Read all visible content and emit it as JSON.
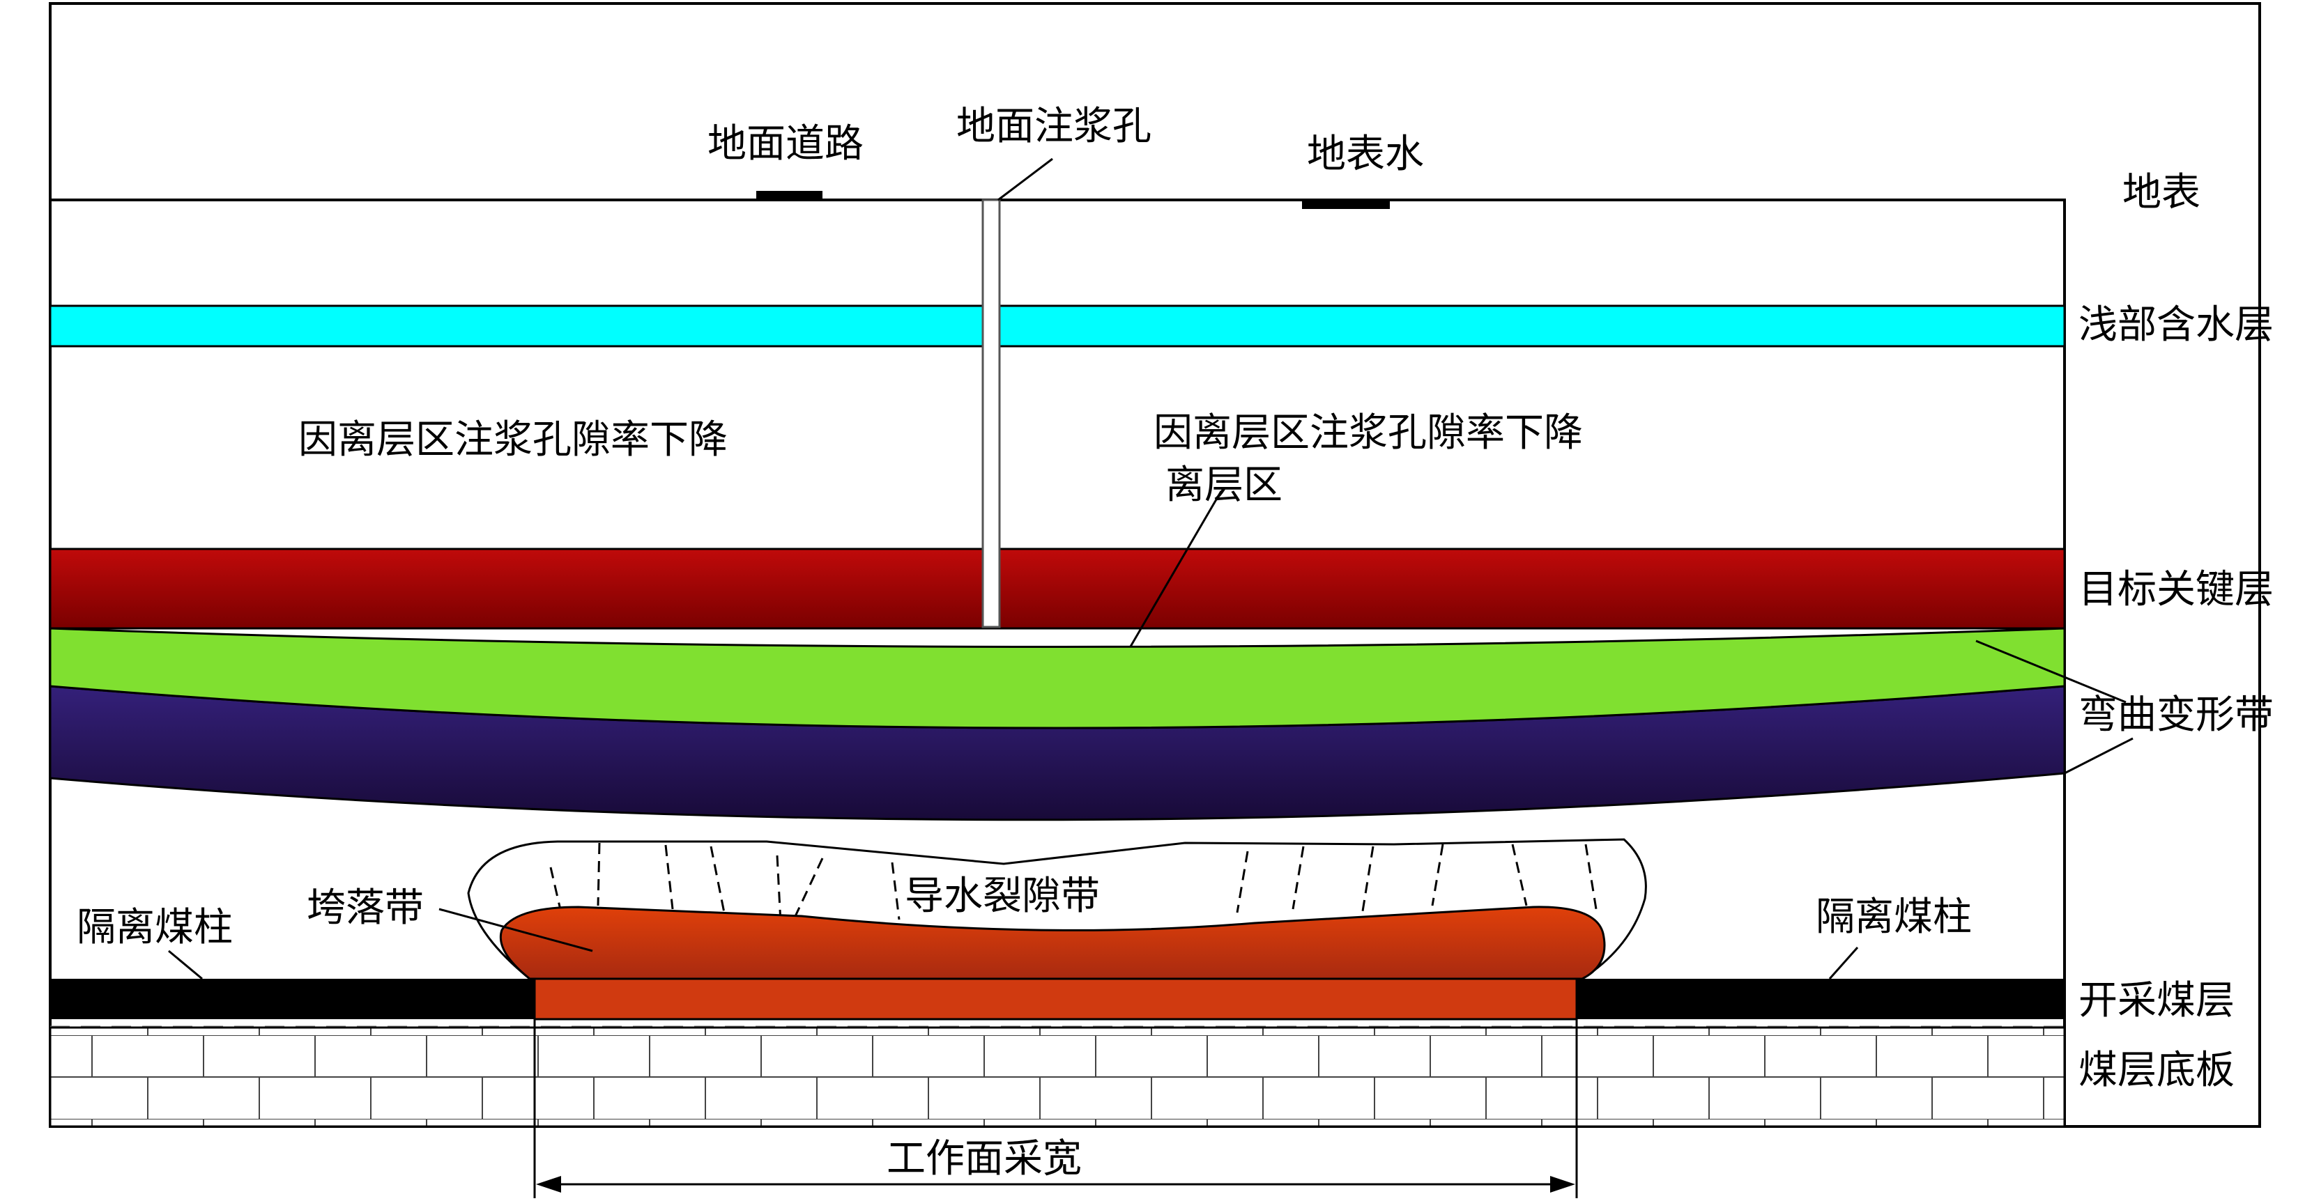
{
  "surface_labels": {
    "road": "地面道路",
    "grout_hole": "地面注浆孔",
    "surface_water": "地表水"
  },
  "strata_labels": {
    "surface": "地表",
    "shallow_aquifer": "浅部含水层",
    "key_layer": "目标关键层",
    "bending_zone": "弯曲变形带",
    "mining_seam": "开采煤层",
    "seam_floor": "煤层底板"
  },
  "zone_labels": {
    "porosity_left": "因离层区注浆孔隙率下降",
    "porosity_right": "因离层区注浆孔隙率下降",
    "separation_zone": "离层区",
    "fracture_zone": "导水裂隙带",
    "caving_zone": "垮落带",
    "pillar_left": "隔离煤柱",
    "pillar_right": "隔离煤柱",
    "face_width": "工作面采宽"
  },
  "colors": {
    "aquifer": "#00FFFF",
    "key_layer": "#8B0000",
    "green_stratum": "#80E030",
    "purple_stratum": "#2A1458",
    "caving_zone": "#D03A10",
    "coal_seam": "#000000"
  }
}
